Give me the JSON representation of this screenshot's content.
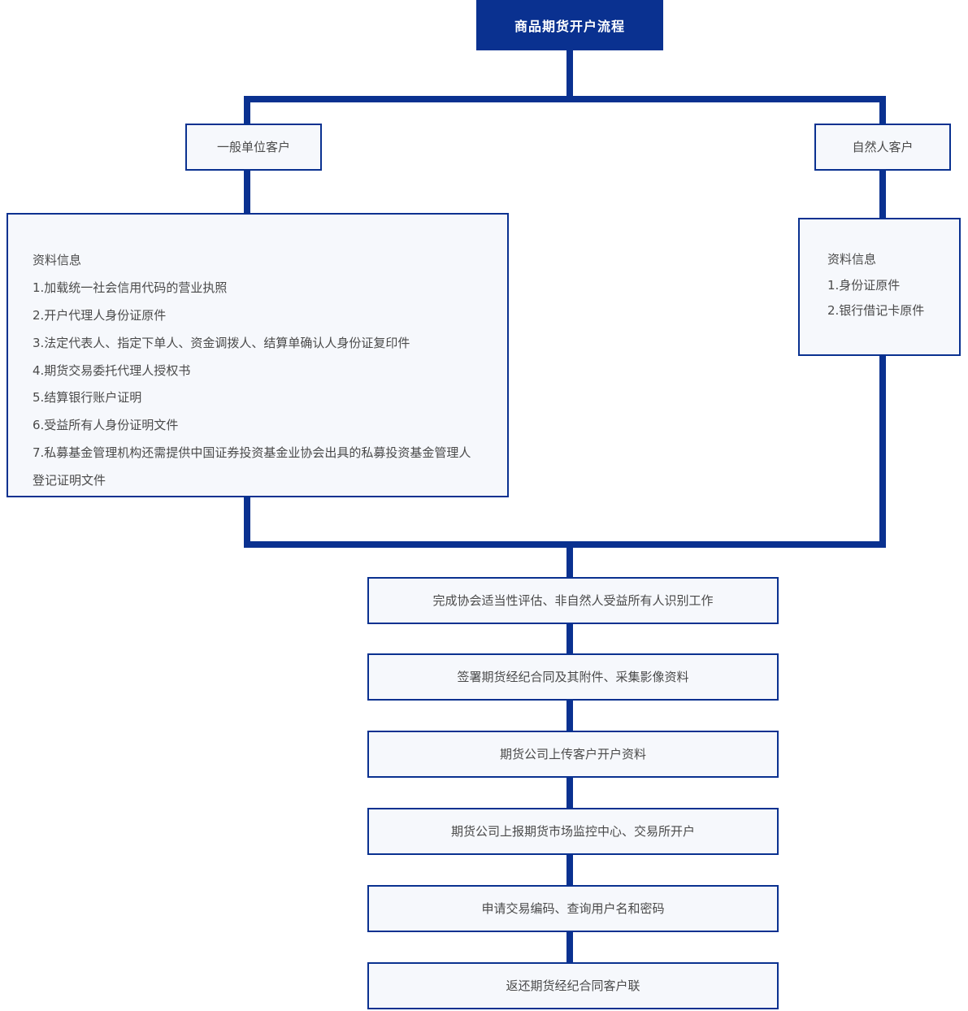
{
  "diagram": {
    "title": "商品期货开户流程",
    "theme": {
      "accent": "#0a3190",
      "box_fill": "#f6f8fc",
      "box_border": "#0a3190",
      "text": "#4a4a4a",
      "title_text": "#ffffff",
      "background": "#ffffff"
    },
    "branches": [
      {
        "id": "corporate",
        "label": "一般单位客户"
      },
      {
        "id": "individual",
        "label": "自然人客户"
      }
    ],
    "info_panels": [
      {
        "id": "corporate-info",
        "heading": "资料信息",
        "items": [
          "1.加载统一社会信用代码的营业执照",
          "2.开户代理人身份证原件",
          "3.法定代表人、指定下单人、资金调拨人、结算单确认人身份证复印件",
          "4.期货交易委托代理人授权书",
          "5.结算银行账户证明",
          "6.受益所有人身份证明文件",
          "7.私募基金管理机构还需提供中国证券投资基金业协会出具的私募投资基金管理人登记证明文件"
        ]
      },
      {
        "id": "individual-info",
        "heading": "资料信息",
        "items": [
          "1.身份证原件",
          "2.银行借记卡原件"
        ]
      }
    ],
    "steps": [
      {
        "id": "step-1",
        "label": "完成协会适当性评估、非自然人受益所有人识别工作"
      },
      {
        "id": "step-2",
        "label": "签署期货经纪合同及其附件、采集影像资料"
      },
      {
        "id": "step-3",
        "label": "期货公司上传客户开户资料"
      },
      {
        "id": "step-4",
        "label": "期货公司上报期货市场监控中心、交易所开户"
      },
      {
        "id": "step-5",
        "label": "申请交易编码、查询用户名和密码"
      },
      {
        "id": "step-6",
        "label": "返还期货经纪合同客户联"
      }
    ]
  }
}
